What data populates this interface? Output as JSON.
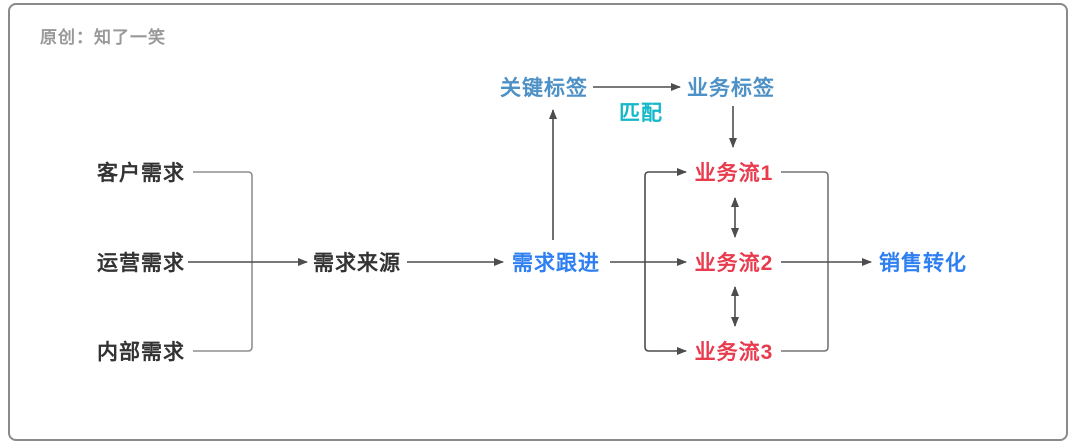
{
  "attribution": "原创：知了一笑",
  "colors": {
    "dark_text": "#333333",
    "gray_text": "#999999",
    "bright_blue": "#2e7ff2",
    "steel_blue": "#4e91c6",
    "cyan": "#14b8c8",
    "red": "#e83b4e",
    "arrow_line": "#4d4d4d",
    "bracket_line": "#8f8f8f",
    "frame_border": "#8a8a8a"
  },
  "nodes": {
    "customer_demand": "客户需求",
    "operation_demand": "运营需求",
    "internal_demand": "内部需求",
    "demand_source": "需求来源",
    "demand_followup": "需求跟进",
    "key_tag": "关键标签",
    "business_tag": "业务标签",
    "match_label": "匹配",
    "business_flow_1": "业务流1",
    "business_flow_2": "业务流2",
    "business_flow_3": "业务流3",
    "sales_conversion": "销售转化"
  }
}
